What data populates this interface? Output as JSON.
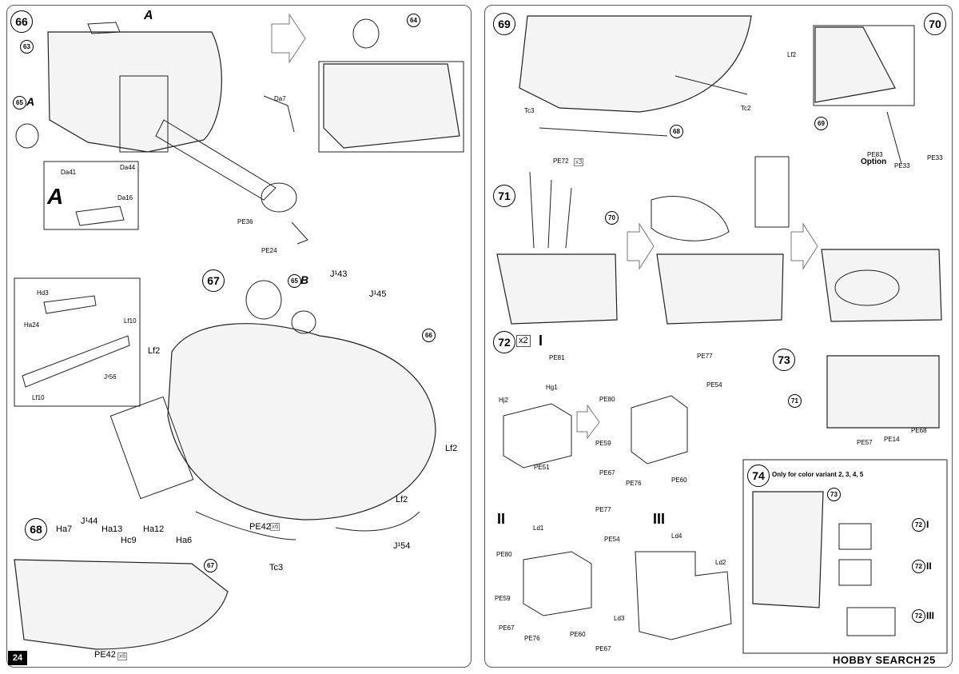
{
  "page": {
    "page_number_left": "24",
    "watermark_text": "HOBBY SEARCH",
    "watermark_page": "25",
    "icon_name": "photo-etch-icon"
  },
  "steps": {
    "s66": "66",
    "s67": "67",
    "s68": "68",
    "s69": "69",
    "s70": "70",
    "s71": "71",
    "s72": "72",
    "s73": "73",
    "s74": "74"
  },
  "refs": {
    "r63": "63",
    "r64": "64",
    "r65": "65",
    "r66": "66",
    "r67": "67",
    "r68": "68",
    "r69": "69",
    "r70": "70",
    "r71": "71",
    "r73": "73",
    "r72a": "72",
    "r72b": "72",
    "r72c": "72"
  },
  "subassembly": {
    "A": "A",
    "B": "B"
  },
  "roman": {
    "I": "I",
    "II": "II",
    "III": "III"
  },
  "qty": {
    "x2": "x2",
    "x6": "x6",
    "x3": "x3",
    "x2b": "2"
  },
  "parts": {
    "Da7": "Da7",
    "PE36": "PE36",
    "PE24": "PE24",
    "Da41": "Da41",
    "Da44": "Da44",
    "Da16": "Da16",
    "Hd3": "Hd3",
    "Ha24": "Ha24",
    "Lf10a": "Lf10",
    "Lf10b": "Lf10",
    "J56": "J¹56",
    "J43": "J¹43",
    "J45": "J¹45",
    "Lf2a": "Lf2",
    "Lf2b": "Lf2",
    "Lf2c": "Lf2",
    "Lf2d": "Lf2",
    "PE42a": "PE42",
    "PE42b": "PE42",
    "Tc3a": "Tc3",
    "J54": "J¹54",
    "Ha7": "Ha7",
    "J44": "J¹44",
    "Ha13": "Ha13",
    "Hc9": "Hc9",
    "Ha12": "Ha12",
    "Ha6": "Ha6",
    "Tc3b": "Tc3",
    "Tc2": "Tc2",
    "PE83": "PE83",
    "Option": "Option",
    "PE33a": "PE33",
    "PE33b": "PE33",
    "PE72": "PE72",
    "PE81": "PE81",
    "Hg1": "Hg1",
    "Hj2": "Hj2",
    "PE51": "PE51",
    "PE77a": "PE77",
    "PE54a": "PE54",
    "PE80a": "PE80",
    "PE59a": "PE59",
    "PE67a": "PE67",
    "PE76a": "PE76",
    "PE60a": "PE60",
    "PE57": "PE57",
    "PE14": "PE14",
    "PE68": "PE68",
    "PE77b": "PE77",
    "Ld1": "Ld1",
    "PE54b": "PE54",
    "PE80b": "PE80",
    "PE59b": "PE59",
    "PE67b": "PE67",
    "PE76b": "PE76",
    "PE60b": "PE60",
    "Ld4": "Ld4",
    "Ld2": "Ld2",
    "Ld3": "Ld3",
    "PE67c": "PE67"
  },
  "notes": {
    "step74_note": "Only for color variant 2, 3, 4, 5"
  }
}
